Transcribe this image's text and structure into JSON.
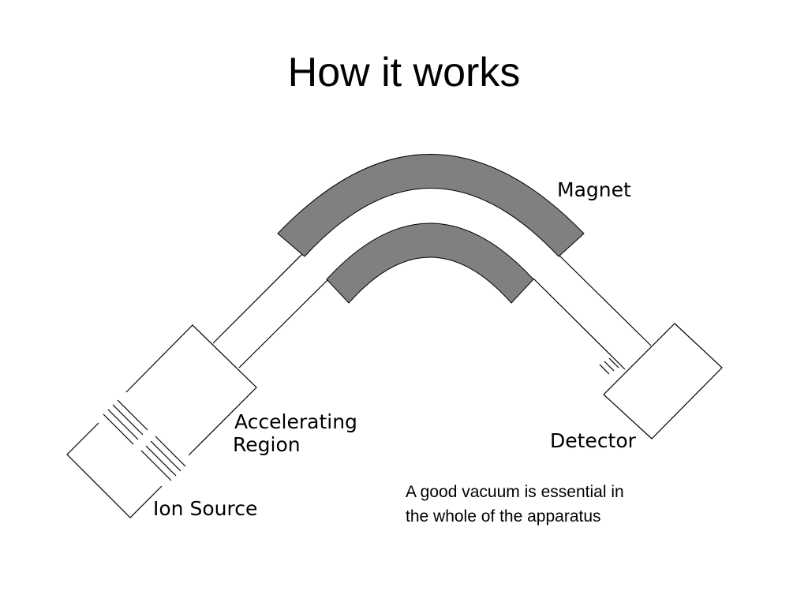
{
  "slide": {
    "title": "How it works"
  },
  "diagram": {
    "labels": {
      "magnet": "Magnet",
      "accelerating_line1": "Accelerating",
      "accelerating_line2": "Region",
      "ion_source": "Ion Source",
      "detector": "Detector"
    },
    "magnet_color": "#808080"
  },
  "note": {
    "line1": "A good vacuum is essential in",
    "line2": "the whole of the apparatus"
  }
}
